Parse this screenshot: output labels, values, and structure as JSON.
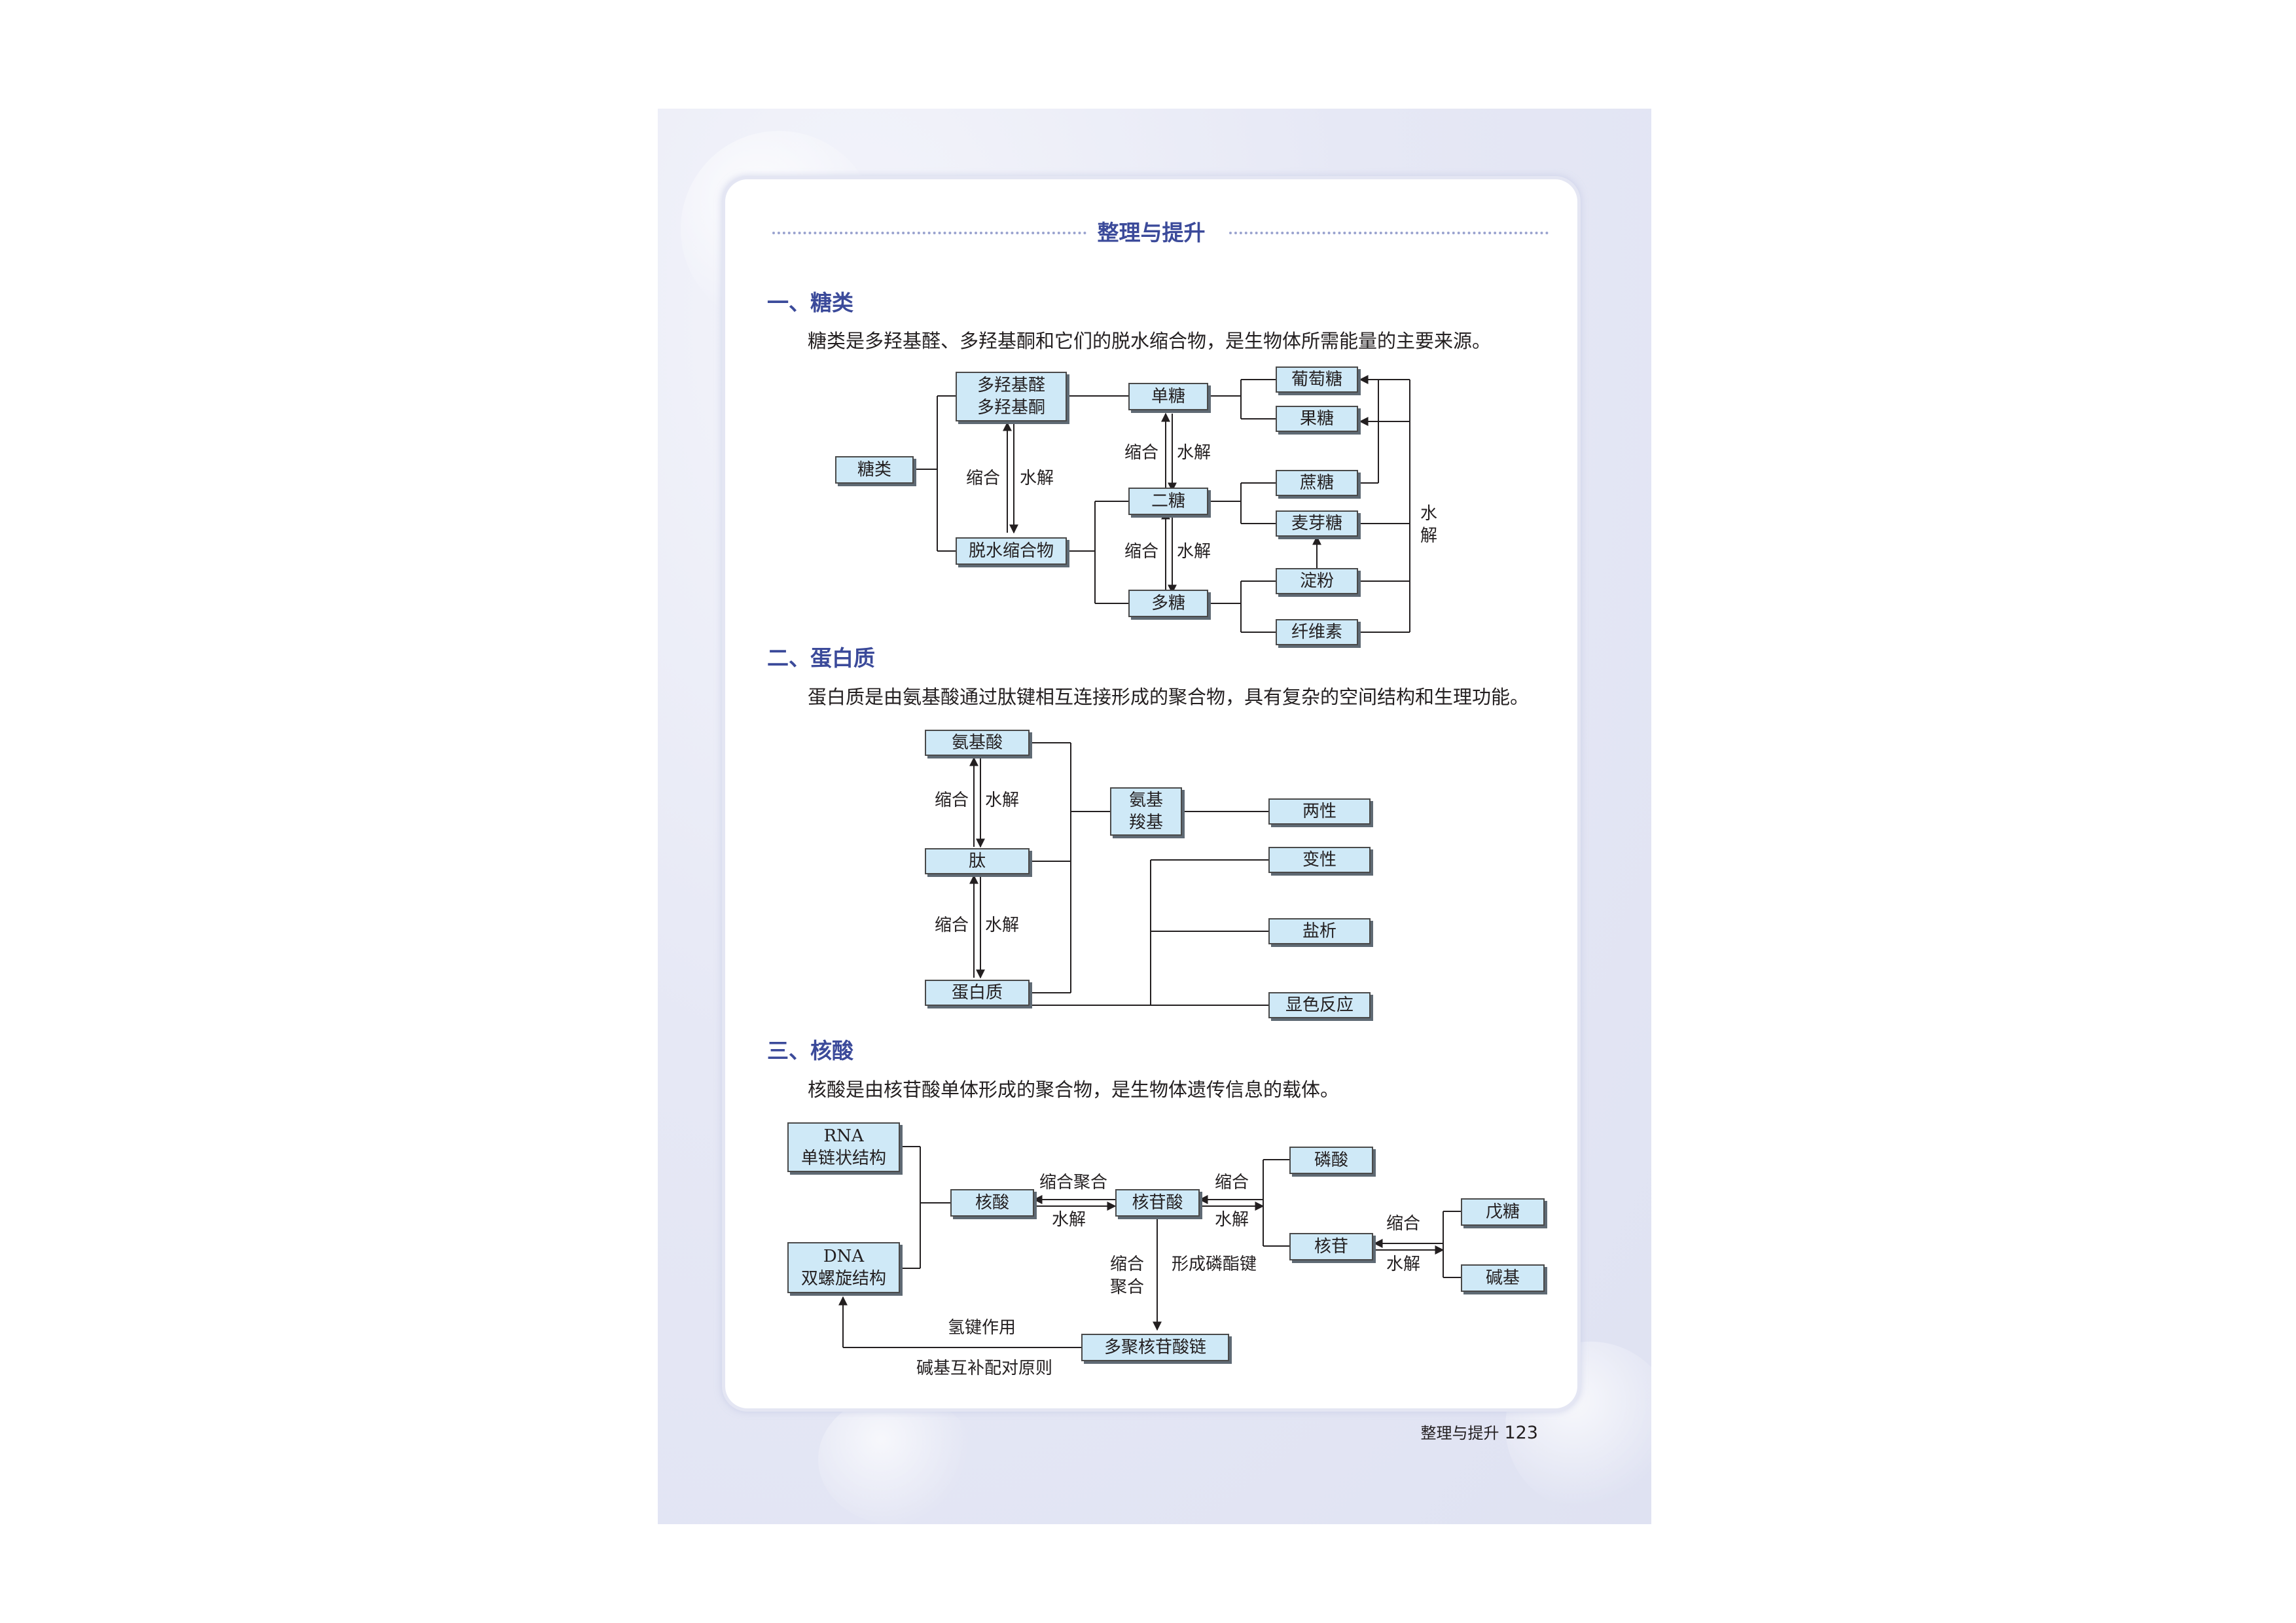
{
  "page": {
    "title": "整理与提升",
    "footer_label": "整理与提升",
    "page_number": "123"
  },
  "sections": [
    {
      "heading": "一、糖类",
      "intro": "糖类是多羟基醛、多羟基酮和它们的脱水缩合物，是生物体所需能量的主要来源。",
      "boxes": {
        "sugar": "糖类",
        "polyhydroxy_line1": "多羟基醛",
        "polyhydroxy_line2": "多羟基酮",
        "condensate": "脱水缩合物",
        "mono": "单糖",
        "di": "二糖",
        "poly": "多糖",
        "glucose": "葡萄糖",
        "fructose": "果糖",
        "sucrose": "蔗糖",
        "maltose": "麦芽糖",
        "starch": "淀粉",
        "cellulose": "纤维素"
      },
      "labels": {
        "condense": "缩合",
        "hydrolysis": "水解",
        "hydrolysis_vertical": [
          "水",
          "解"
        ]
      }
    },
    {
      "heading": "二、蛋白质",
      "intro": "蛋白质是由氨基酸通过肽键相互连接形成的聚合物，具有复杂的空间结构和生理功能。",
      "boxes": {
        "amino_acid": "氨基酸",
        "peptide": "肽",
        "protein": "蛋白质",
        "groups_line1": "氨基",
        "groups_line2": "羧基",
        "amphoteric": "两性",
        "denature": "变性",
        "salting": "盐析",
        "color_reaction": "显色反应"
      },
      "labels": {
        "condense": "缩合",
        "hydrolysis": "水解"
      }
    },
    {
      "heading": "三、核酸",
      "intro": "核酸是由核苷酸单体形成的聚合物，是生物体遗传信息的载体。",
      "boxes": {
        "rna_line1": "RNA",
        "rna_line2": "单链状结构",
        "dna_line1": "DNA",
        "dna_line2": "双螺旋结构",
        "nucleic_acid": "核酸",
        "nucleotide": "核苷酸",
        "phosphate": "磷酸",
        "nucleoside": "核苷",
        "pentose": "戊糖",
        "base": "碱基",
        "polynucleotide": "多聚核苷酸链"
      },
      "labels": {
        "condense_polymerize": "缩合聚合",
        "hydrolysis": "水解",
        "condense": "缩合",
        "condense_v1": "缩合",
        "condense_v2": "聚合",
        "phosphodiester": "形成磷酯键",
        "hydrogen_bond": "氢键作用",
        "base_pairing": "碱基互补配对原则"
      }
    }
  ]
}
